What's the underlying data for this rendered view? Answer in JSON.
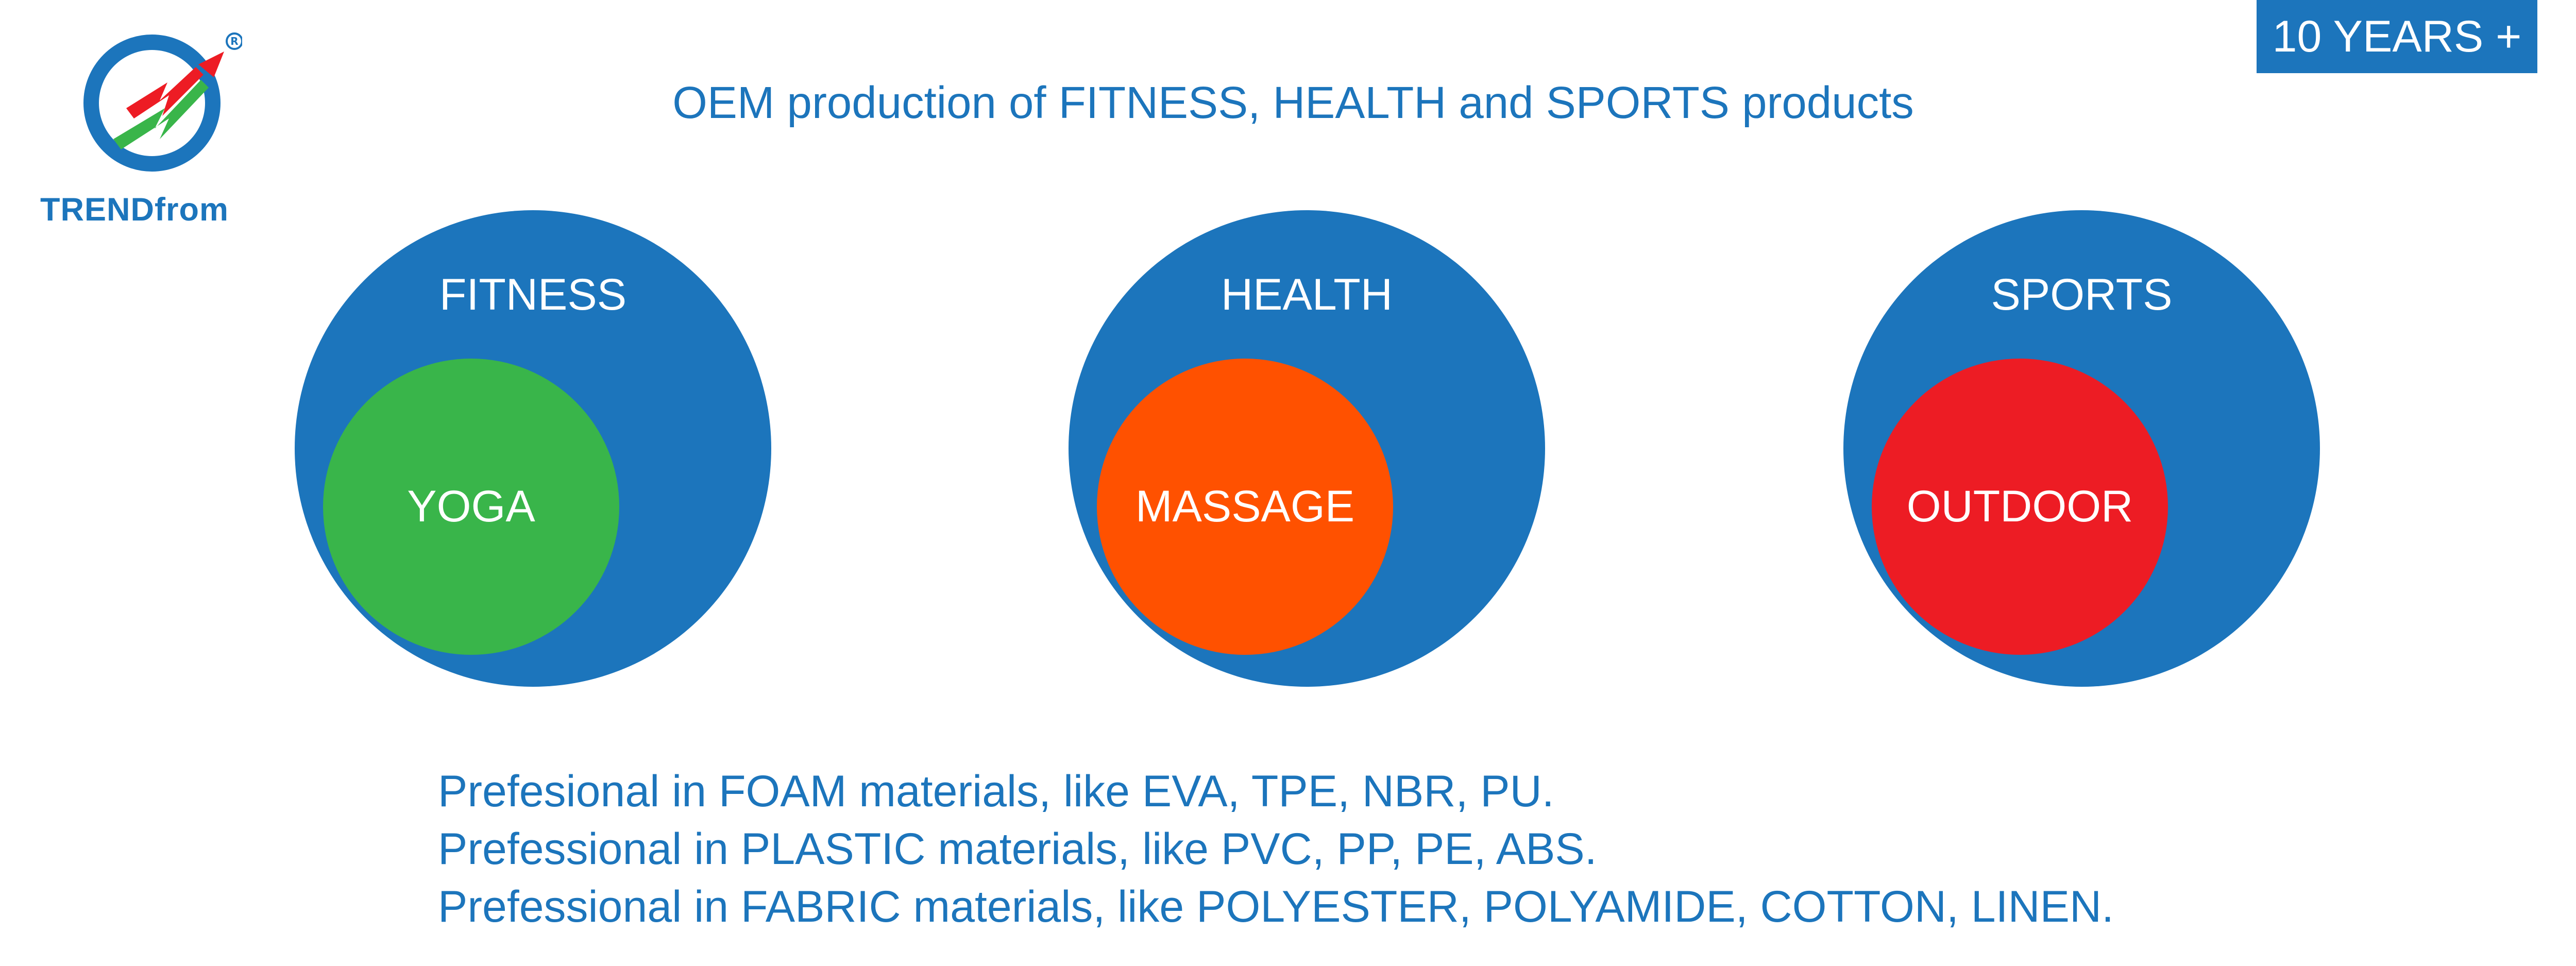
{
  "brand": {
    "name": "TRENDfrom",
    "registered_mark": "®",
    "colors": {
      "blue": "#1c75bc",
      "red": "#ed1c24",
      "orange": "#ff5100",
      "green": "#39b54a"
    }
  },
  "badge": {
    "label": "10 YEARS +"
  },
  "headline": "OEM production of FITNESS, HEALTH and SPORTS products",
  "categories": [
    {
      "label": "FITNESS",
      "sub_label": "YOGA",
      "sub_color": "#39b54a"
    },
    {
      "label": "HEALTH",
      "sub_label": "MASSAGE",
      "sub_color": "#ff5100"
    },
    {
      "label": "SPORTS",
      "sub_label": "OUTDOOR",
      "sub_color": "#ed1c24"
    }
  ],
  "materials": [
    "Prefesional in FOAM materials, like EVA, TPE, NBR, PU.",
    "Prefessional in PLASTIC materials, like PVC, PP, PE, ABS.",
    "Prefessional in FABRIC materials, like POLYESTER, POLYAMIDE, COTTON, LINEN."
  ]
}
